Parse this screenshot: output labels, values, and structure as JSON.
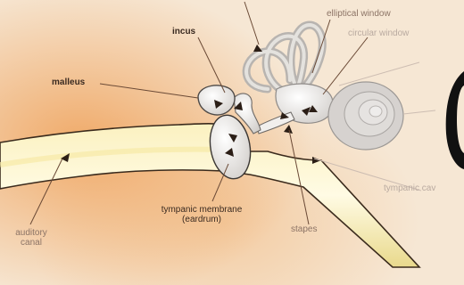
{
  "labels": {
    "incus": "incus",
    "malleus": "malleus",
    "elliptical_window": "elliptical window",
    "circular_window": "circular window",
    "tympanic_membrane_line1": "tympanic membrane",
    "tympanic_membrane_line2": "(eardrum)",
    "stapes": "stapes",
    "auditory_canal_line1": "auditory",
    "auditory_canal_line2": "canal",
    "tympanic_cavity_partial": "tympanic cav"
  },
  "colors": {
    "canal_fill": "#f3e7a8",
    "canal_edge": "#3a2a1c",
    "ossicle_fill": "#e8e6e3",
    "cochlea_fill": "#d9d5d2",
    "leader": "#6b4a36"
  }
}
